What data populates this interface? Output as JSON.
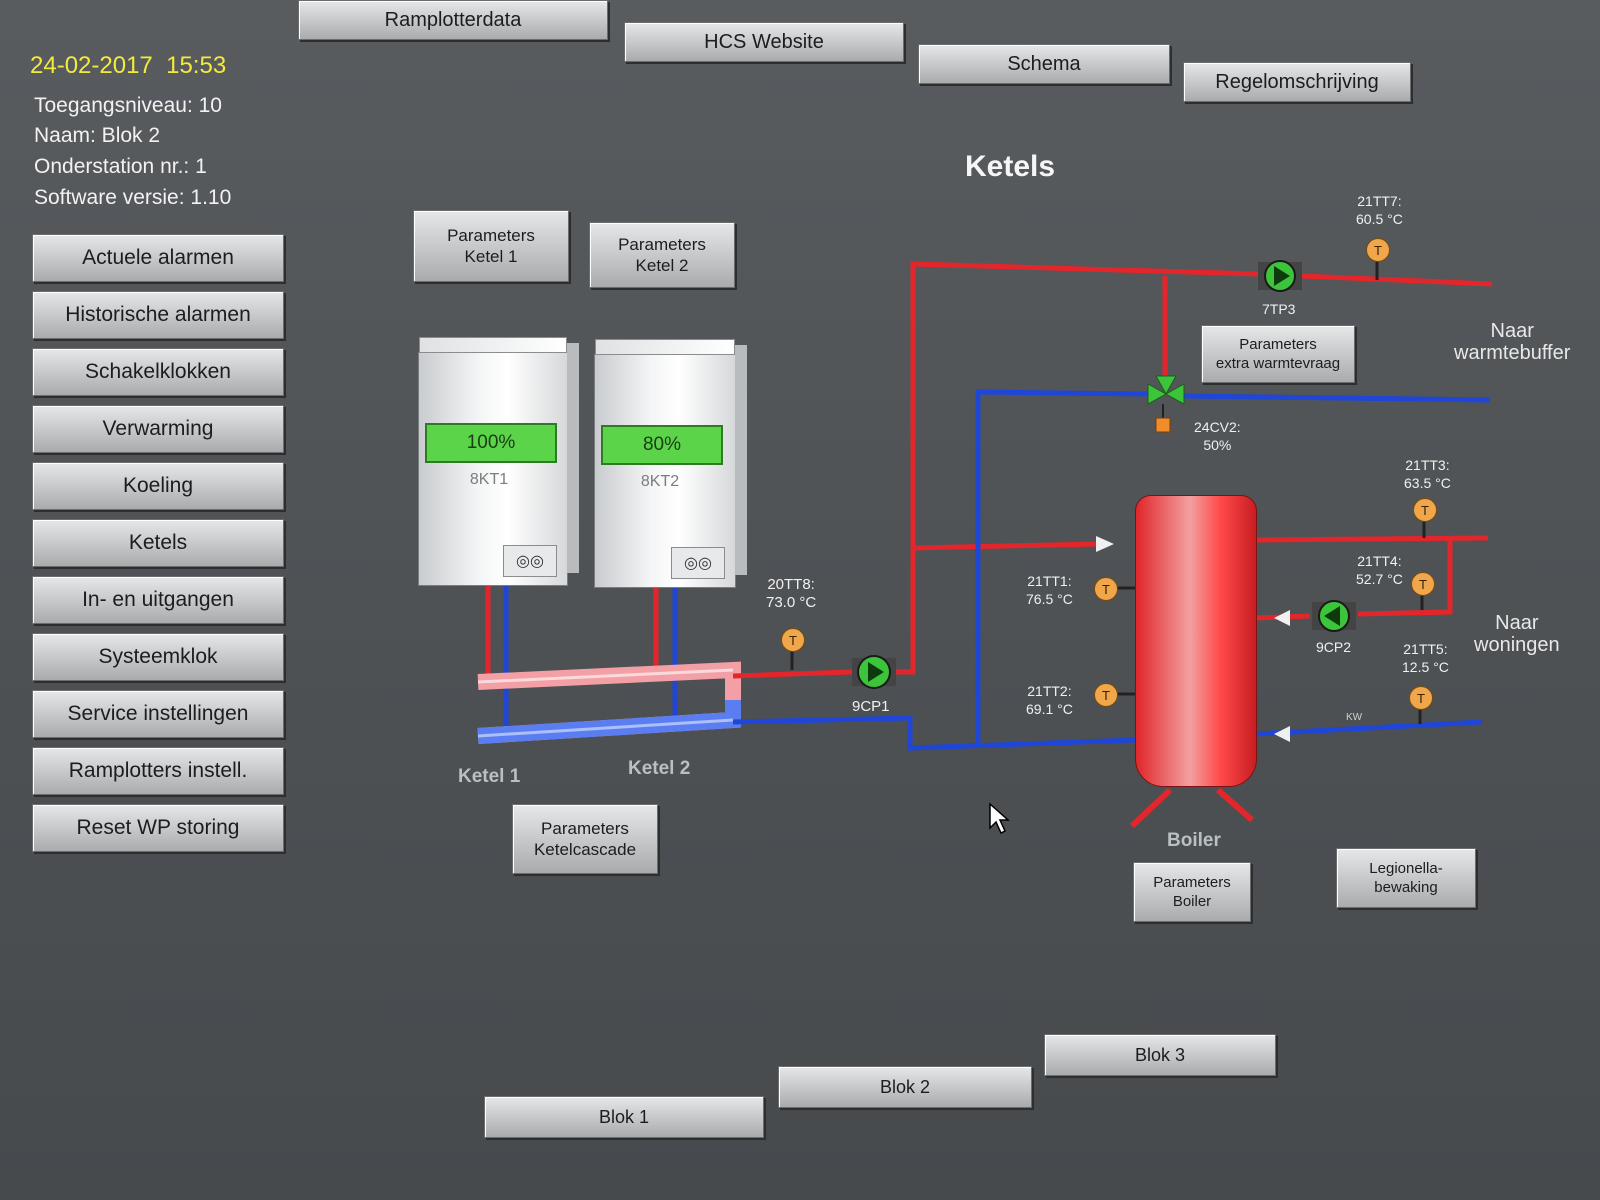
{
  "header": {
    "date": "24-02-2017",
    "time": "15:53",
    "access_level": "Toegangsniveau: 10",
    "name": "Naam: Blok 2",
    "substation": "Onderstation nr.: 1",
    "software": "Software versie: 1.10"
  },
  "top_tabs": [
    "Ramplotterdata",
    "HCS Website",
    "Schema",
    "Regelomschrijving"
  ],
  "sidebar": {
    "items": [
      {
        "label": "Actuele alarmen"
      },
      {
        "label": "Historische alarmen"
      },
      {
        "label": "Schakelklokken"
      },
      {
        "label": "Verwarming"
      },
      {
        "label": "Koeling"
      },
      {
        "label": "Ketels"
      },
      {
        "label": "In- en uitgangen"
      },
      {
        "label": "Systeemklok"
      },
      {
        "label": "Service instellingen"
      },
      {
        "label": "Ramplotters instell."
      },
      {
        "label": "Reset WP storing"
      }
    ]
  },
  "page_title": "Ketels",
  "buttons": {
    "params_ketel1": "Parameters\nKetel 1",
    "params_ketel2": "Parameters\nKetel 2",
    "params_cascade": "Parameters\nKetelcascade",
    "params_extra": "Parameters\nextra warmtevraag",
    "params_boiler": "Parameters\nBoiler",
    "legionella": "Legionella-\nbewaking"
  },
  "boilers": [
    {
      "id": "8KT1",
      "percent": "100%",
      "label": "Ketel 1",
      "gauges": "◎◎"
    },
    {
      "id": "8KT2",
      "percent": "80%",
      "label": "Ketel 2",
      "gauges": "◎◎"
    }
  ],
  "sensors": {
    "20TT8": "20TT8:\n73.0 °C",
    "21TT7": "21TT7:\n60.5 °C",
    "21TT3": "21TT3:\n63.5 °C",
    "21TT4": "21TT4:\n52.7 °C",
    "21TT5": "21TT5:\n12.5 °C",
    "21TT1": "21TT1:\n76.5 °C",
    "21TT2": "21TT2:\n69.1 °C",
    "sensor_letter": "T"
  },
  "pumps": {
    "9CP1": "9CP1",
    "7TP3": "7TP3",
    "9CP2": "9CP2"
  },
  "valve": {
    "label": "24CV2:\n50%"
  },
  "destinations": {
    "buffer": "Naar\nwarmtebuffer",
    "houses": "Naar\nwoningen"
  },
  "kw_label": "KW",
  "boiler_tank_label": "Boiler",
  "bottom_tabs": [
    "Blok 1",
    "Blok 2",
    "Blok 3"
  ],
  "colors": {
    "hot_pipe": "#e2262b",
    "cold_pipe": "#1f46d6",
    "pump_green": "#3cc43a",
    "sensor_orange": "#f0a64a",
    "date_yellow": "#f4ea3a"
  }
}
